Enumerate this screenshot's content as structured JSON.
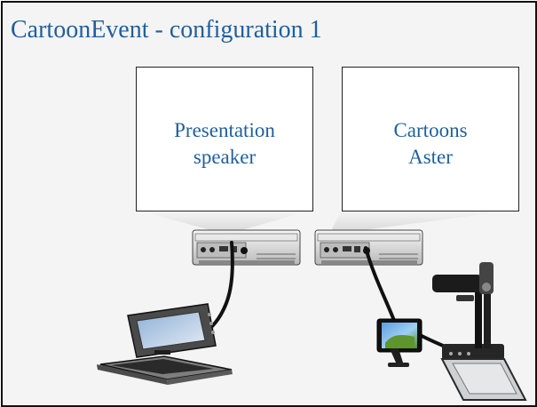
{
  "slide": {
    "title": "CartoonEvent - configuration 1"
  },
  "screens": {
    "left": {
      "line1": "Presentation",
      "line2": "speaker"
    },
    "right": {
      "line1": "Cartoons",
      "line2": "Aster"
    }
  },
  "colors": {
    "title_text": "#1f5f9e",
    "slide_background": "#f3f4f3",
    "screen_background": "#ffffff",
    "cable": "#111111"
  },
  "icons": {
    "left_device": "laptop-icon",
    "right_device_1": "monitor-icon",
    "right_device_2": "document-camera-icon",
    "projectors": "projector-icon"
  }
}
